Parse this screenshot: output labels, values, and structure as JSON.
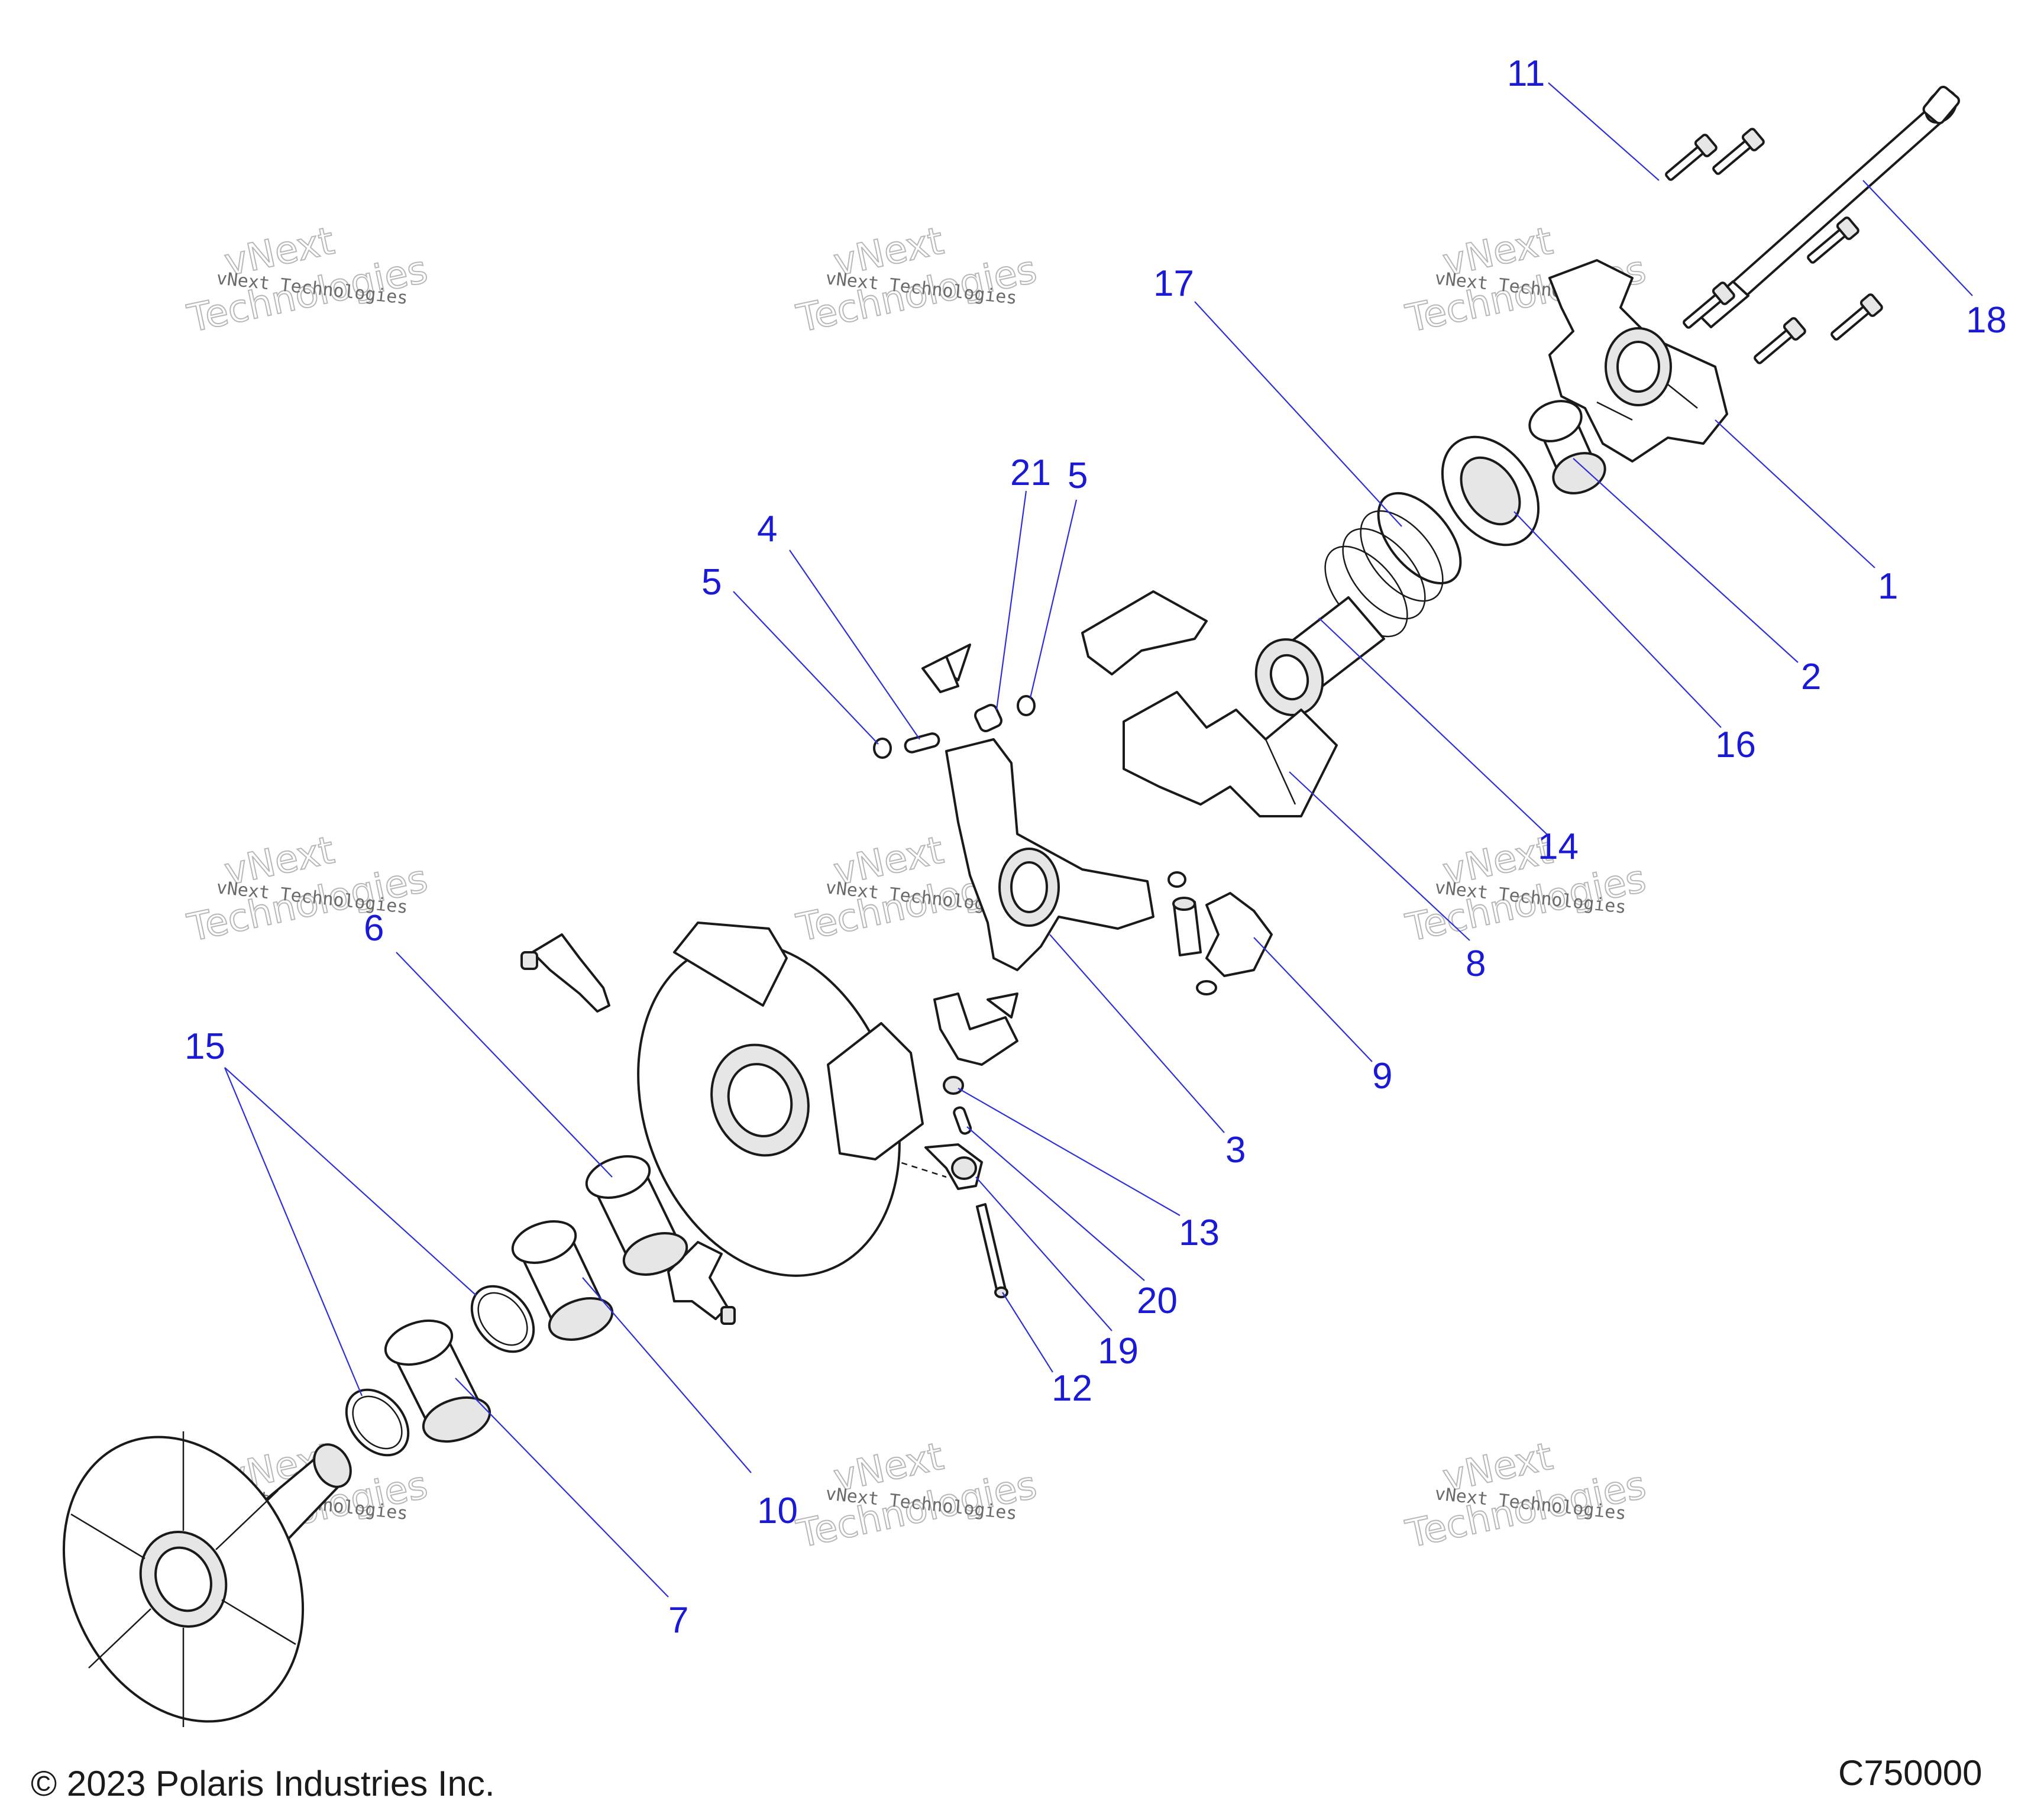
{
  "callouts": [
    {
      "id": "c11",
      "text": "11"
    },
    {
      "id": "c18",
      "text": "18"
    },
    {
      "id": "c17",
      "text": "17"
    },
    {
      "id": "c1",
      "text": "1"
    },
    {
      "id": "c2",
      "text": "2"
    },
    {
      "id": "c16",
      "text": "16"
    },
    {
      "id": "c14",
      "text": "14"
    },
    {
      "id": "c8",
      "text": "8"
    },
    {
      "id": "c21",
      "text": "21"
    },
    {
      "id": "c5a",
      "text": "5"
    },
    {
      "id": "c4",
      "text": "4"
    },
    {
      "id": "c5b",
      "text": "5"
    },
    {
      "id": "c6",
      "text": "6"
    },
    {
      "id": "c15",
      "text": "15"
    },
    {
      "id": "c9",
      "text": "9"
    },
    {
      "id": "c3",
      "text": "3"
    },
    {
      "id": "c13",
      "text": "13"
    },
    {
      "id": "c20",
      "text": "20"
    },
    {
      "id": "c19",
      "text": "19"
    },
    {
      "id": "c12",
      "text": "12"
    },
    {
      "id": "c10",
      "text": "10"
    },
    {
      "id": "c7",
      "text": "7"
    }
  ],
  "watermark": {
    "line1": "vNext Technologies",
    "big1": "vNext",
    "big2": "Technologies"
  },
  "footer": {
    "copyright": "© 2023 Polaris Industries Inc.",
    "code": "C750000"
  },
  "colors": {
    "callout": "#1a1ad6",
    "leader": "#2f2fd8",
    "line_art": "#1a1a1a"
  }
}
